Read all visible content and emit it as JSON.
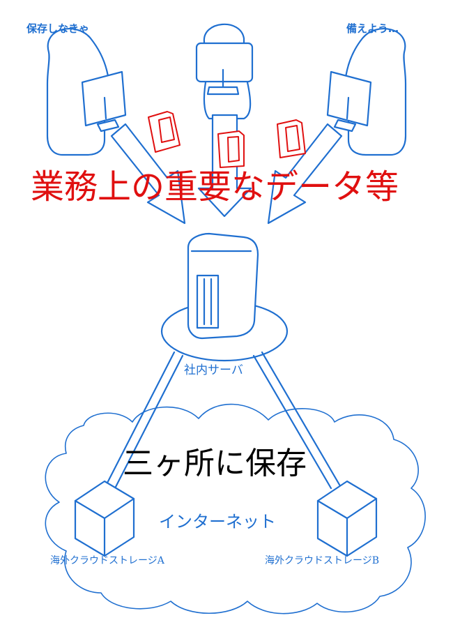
{
  "speech_left": "保存しなきゃ",
  "speech_right": "備えよう…",
  "headline": "業務上の重要なデータ等",
  "server_label": "社内サーバ",
  "main_message": "三ヶ所に保存",
  "internet_label": "インターネット",
  "storage_a": "海外クラウドストレージA",
  "storage_b": "海外クラウドストレージB",
  "colors": {
    "line": "#1f6fd0",
    "headline": "#e01010",
    "folder": "#e01010",
    "text": "#000000"
  }
}
